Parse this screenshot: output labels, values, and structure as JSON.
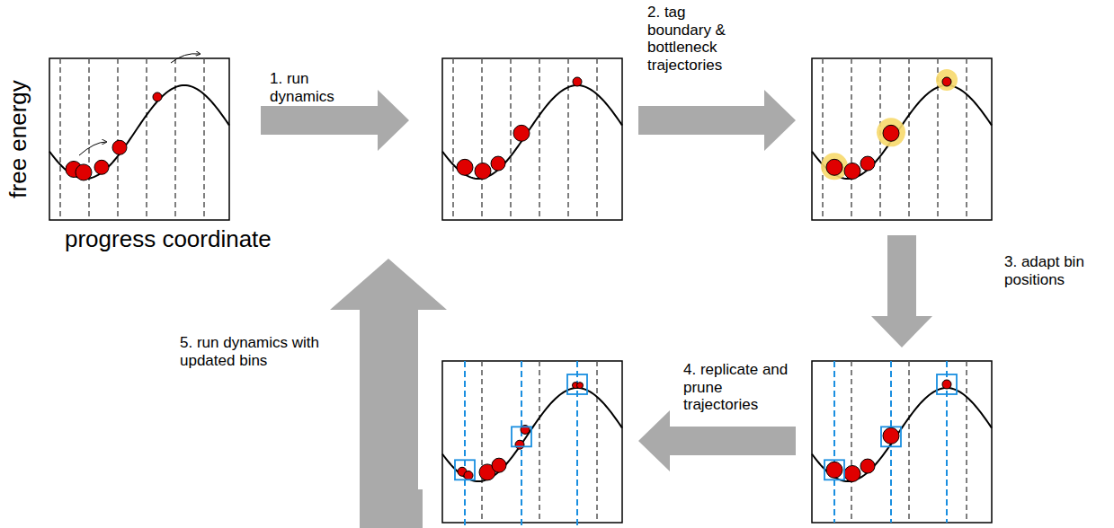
{
  "diagram": {
    "labels": [
      "free energy",
      "progress coordinate",
      "1. run dynamics",
      "2. tag boundary & bottleneck trajectories",
      "3. adapt bin positions",
      "4. replicate and prune trajectories",
      "5. run dynamics with updated bins"
    ]
  }
}
